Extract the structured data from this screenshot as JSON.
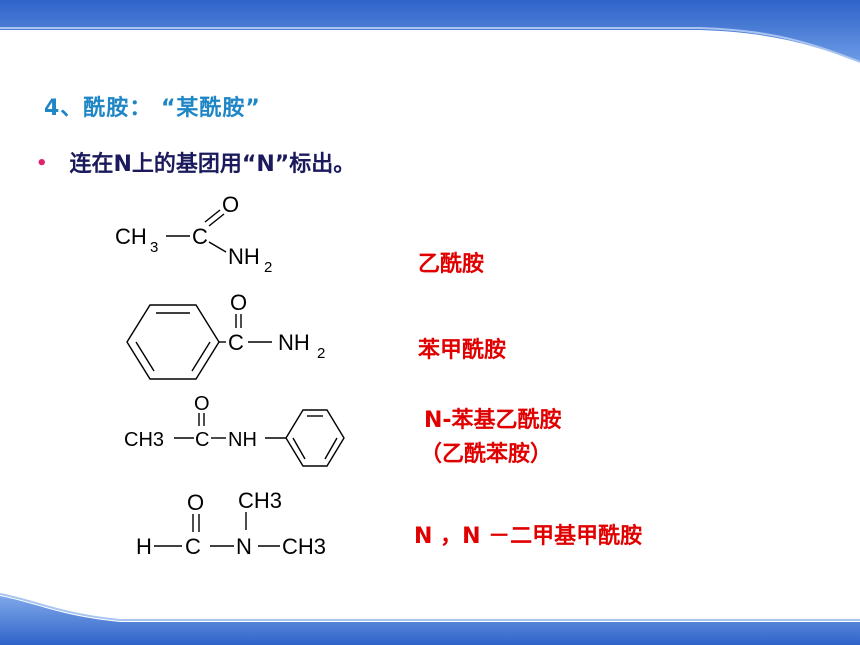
{
  "slide": {
    "heading": "4、酰胺：   “某酰胺”",
    "bullet_text": "连在N上的基团用“N”标出。"
  },
  "compounds": [
    {
      "name": "乙酰胺"
    },
    {
      "name": "苯甲酰胺"
    },
    {
      "name": "N-苯基乙酰胺",
      "alt_name": "（乙酰苯胺）"
    },
    {
      "name": "N ，N －二甲基甲酰胺"
    }
  ],
  "structures": {
    "acetamide": {
      "ch3": "CH",
      "sub3": "3",
      "c": "C",
      "o": "O",
      "nh": "NH",
      "sub2": "2"
    },
    "benzamide": {
      "c": "C",
      "o": "O",
      "nh": "NH",
      "sub2": "2"
    },
    "acetanilide": {
      "ch3": "CH3",
      "c": "C",
      "o": "O",
      "nh": "NH"
    },
    "dmf": {
      "h": "H",
      "c": "C",
      "o": "O",
      "n": "N",
      "ch3_top": "CH3",
      "ch3_right": "CH3"
    }
  },
  "colors": {
    "heading": "#1f86c6",
    "bullet_text": "#1a1a5c",
    "bullet_dot": "#e0226a",
    "names": "#e00000",
    "band": "#3a6fcf"
  }
}
